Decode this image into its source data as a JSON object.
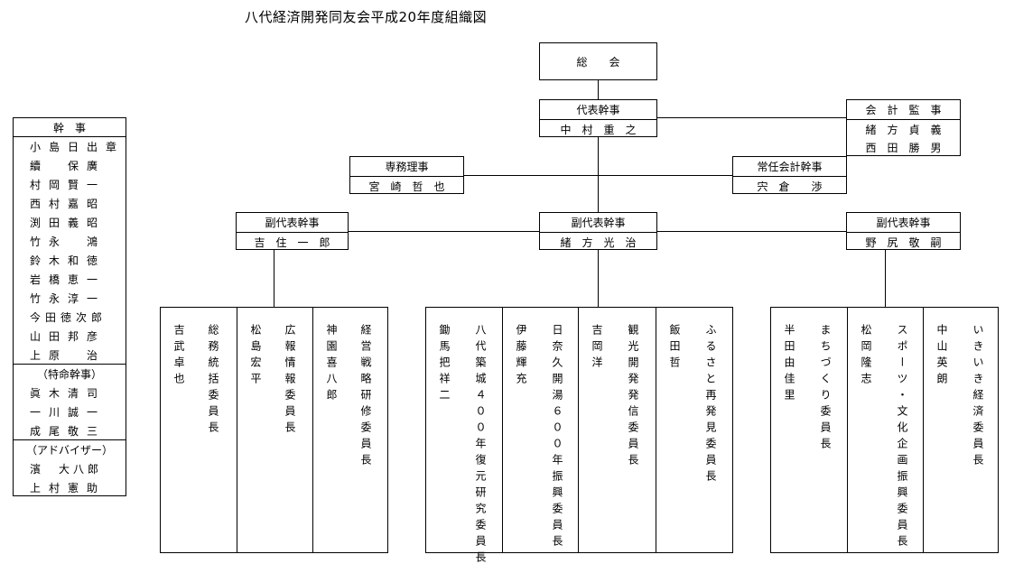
{
  "title": "八代経済開発同友会平成20年度組織図",
  "general": "総　　会",
  "president": {
    "role": "代表幹事",
    "name": "中　村　重　之"
  },
  "auditor": {
    "role": "会　計　監　事",
    "names": [
      "緒　方　貞　義",
      "西　田　勝　男"
    ]
  },
  "director": {
    "role": "専務理事",
    "name": "宮　崎　哲　也"
  },
  "treasurer": {
    "role": "常任会計幹事",
    "name": "宍　倉　　渉"
  },
  "vice": [
    {
      "role": "副代表幹事",
      "name": "吉　住　一　郎"
    },
    {
      "role": "副代表幹事",
      "name": "緒　方　光　治"
    },
    {
      "role": "副代表幹事",
      "name": "野　尻　敬　嗣"
    }
  ],
  "left_panel": {
    "header": "幹　事",
    "members": [
      "小島日出章",
      "續　保廣",
      "村岡賢一",
      "西村嘉昭",
      "渕田義昭",
      "竹永　鴻",
      "鈴木和徳",
      "岩橋恵一",
      "竹永淳一",
      "今田徳次郎",
      "山田邦彦",
      "上原　治"
    ],
    "special_header": "（特命幹事）",
    "special": [
      "眞木清司",
      "一川誠一",
      "成尾敬三"
    ],
    "advisor_header": "（アドバイザー）",
    "advisors": [
      "濱　大八郎",
      "上村憲助"
    ]
  },
  "groups": [
    [
      {
        "committee": "総務統括委員長",
        "name": "吉武卓也"
      },
      {
        "committee": "広報情報委員長",
        "name": "松島宏平"
      },
      {
        "committee": "経営戦略研修委員長",
        "name": "神園喜八郎"
      }
    ],
    [
      {
        "committee": "八代築城４００年復元研究委員長",
        "name": "鋤馬把祥二"
      },
      {
        "committee": "日奈久開湯６００年振興委員長",
        "name": "伊藤輝充"
      },
      {
        "committee": "観光開発発信委員長",
        "name": "吉岡洋"
      },
      {
        "committee": "ふるさと再発見委員長",
        "name": "飯田哲"
      }
    ],
    [
      {
        "committee": "まちづくり委員長",
        "name": "半田由佳里"
      },
      {
        "committee": "スポーツ・文化企画振興委員長",
        "name": "松岡隆志"
      },
      {
        "committee": "いきいき経済委員長",
        "name": "中山英朗"
      }
    ]
  ]
}
